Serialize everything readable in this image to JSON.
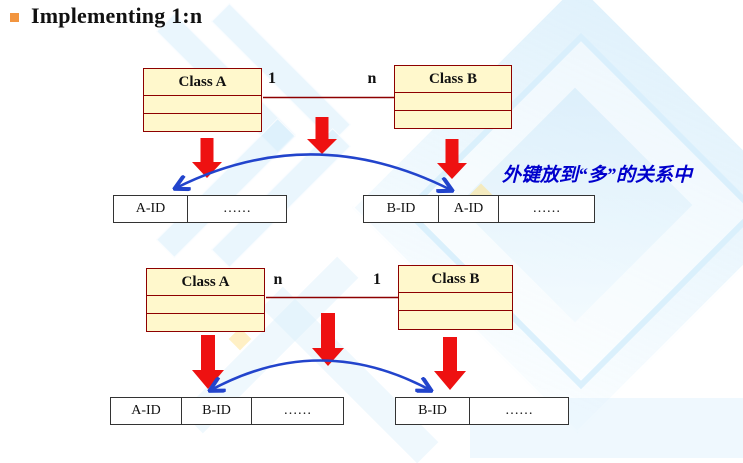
{
  "slide": {
    "title": "Implementing 1:n",
    "annotation": "外键放到“多”的关系中",
    "diagram_top": {
      "class_a": "Class A",
      "class_b": "Class B",
      "mult_left": "1",
      "mult_right": "n",
      "table_a": [
        "A-ID",
        "……"
      ],
      "table_b": [
        "B-ID",
        "A-ID",
        "……"
      ]
    },
    "diagram_bottom": {
      "class_a": "Class A",
      "class_b": "Class B",
      "mult_left": "n",
      "mult_right": "1",
      "table_a": [
        "A-ID",
        "B-ID",
        "……"
      ],
      "table_b": [
        "B-ID",
        "……"
      ]
    },
    "colors": {
      "bullet_orange": "#F2953F",
      "class_fill": "#FFF8CC",
      "class_border": "#8E0000",
      "arrow_red": "#EE1111",
      "fk_arrow_blue": "#2244CC",
      "annotation_blue": "#0000CC"
    }
  }
}
